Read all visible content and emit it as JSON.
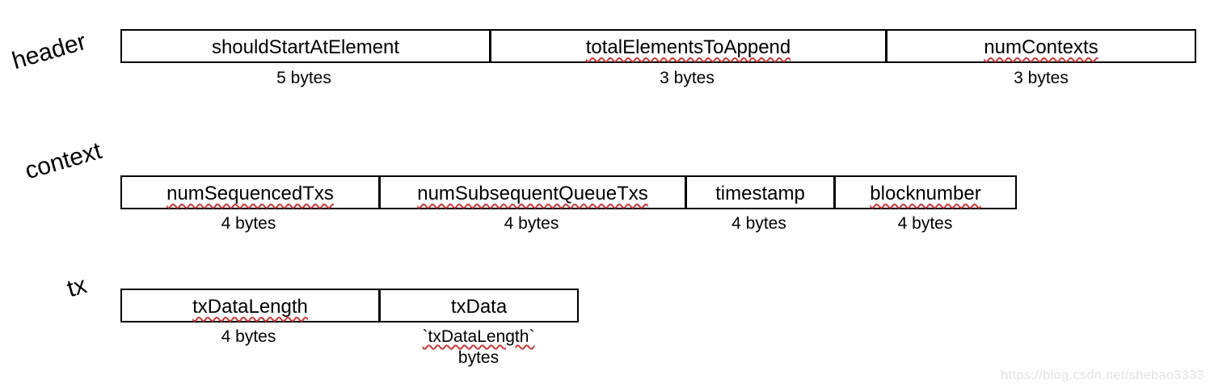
{
  "diagram": {
    "rows": [
      {
        "label": "header",
        "cells": [
          {
            "name": "shouldStartAtElement",
            "size": "5 bytes",
            "misspelled": false
          },
          {
            "name": "totalElementsToAppend",
            "size": "3 bytes",
            "misspelled": true
          },
          {
            "name": "numContexts",
            "size": "3 bytes",
            "misspelled": true
          }
        ]
      },
      {
        "label": "context",
        "cells": [
          {
            "name": "numSequencedTxs",
            "size": "4 bytes",
            "misspelled": true
          },
          {
            "name": "numSubsequentQueueTxs",
            "size": "4 bytes",
            "misspelled": true
          },
          {
            "name": "timestamp",
            "size": "4 bytes",
            "misspelled": false
          },
          {
            "name": "blocknumber",
            "size": "4 bytes",
            "misspelled": true
          }
        ]
      },
      {
        "label": "tx",
        "cells": [
          {
            "name": "txDataLength",
            "size": "4 bytes",
            "misspelled": true
          },
          {
            "name": "txData",
            "size_line1": "`txDataLength`",
            "size_line2": "bytes",
            "misspelled": false
          }
        ]
      }
    ]
  },
  "watermark": "https://blog.csdn.net/shebao3333",
  "colors": {
    "border": "#000000",
    "text": "#000000",
    "squiggle": "#c43c3c",
    "watermark": "#e2e2e2",
    "background": "#ffffff"
  }
}
